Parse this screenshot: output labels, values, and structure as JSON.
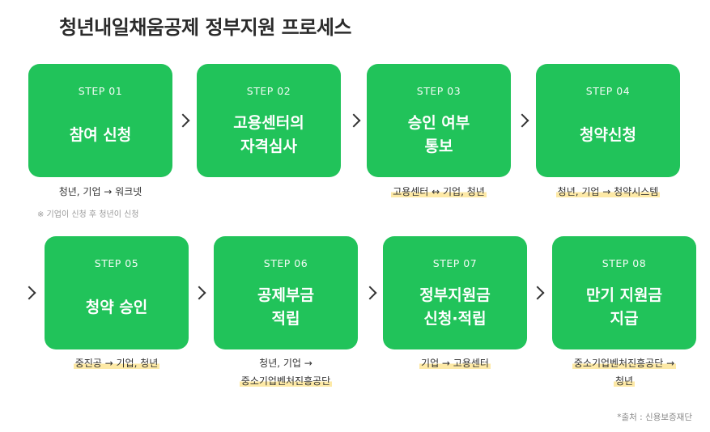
{
  "title": "청년내일채움공제 정부지원 프로세스",
  "steps": [
    {
      "step": "STEP 01",
      "name": [
        "참여 신청"
      ],
      "desc": [
        "청년, 기업 → 워크넷"
      ],
      "note": "※ 기업이 신청 후 청년이 신청"
    },
    {
      "step": "STEP 02",
      "name": [
        "고용센터의",
        "자격심사"
      ],
      "desc": []
    },
    {
      "step": "STEP 03",
      "name": [
        "승인 여부",
        "통보"
      ],
      "desc": [
        "고용센터 ↔ 기업, 청년"
      ]
    },
    {
      "step": "STEP 04",
      "name": [
        "청약신청"
      ],
      "desc": [
        "청년, 기업 → 청약시스템"
      ]
    },
    {
      "step": "STEP 05",
      "name": [
        "청약 승인"
      ],
      "desc": [
        "중진공 → 기업, 청년"
      ]
    },
    {
      "step": "STEP 06",
      "name": [
        "공제부금",
        "적립"
      ],
      "desc": [
        "청년, 기업 →",
        "중소기업벤처진흥공단"
      ]
    },
    {
      "step": "STEP 07",
      "name": [
        "정부지원금",
        "신청·적립"
      ],
      "desc": [
        "기업 → 고용센터"
      ]
    },
    {
      "step": "STEP 08",
      "name": [
        "만기 지원금",
        "지급"
      ],
      "desc": [
        "중소기업벤처진흥공단 →",
        "청년"
      ]
    }
  ],
  "source": "*출처 : 신용보증재단",
  "colors": {
    "card": "#21c35a",
    "highlight": "#fde9a6"
  }
}
